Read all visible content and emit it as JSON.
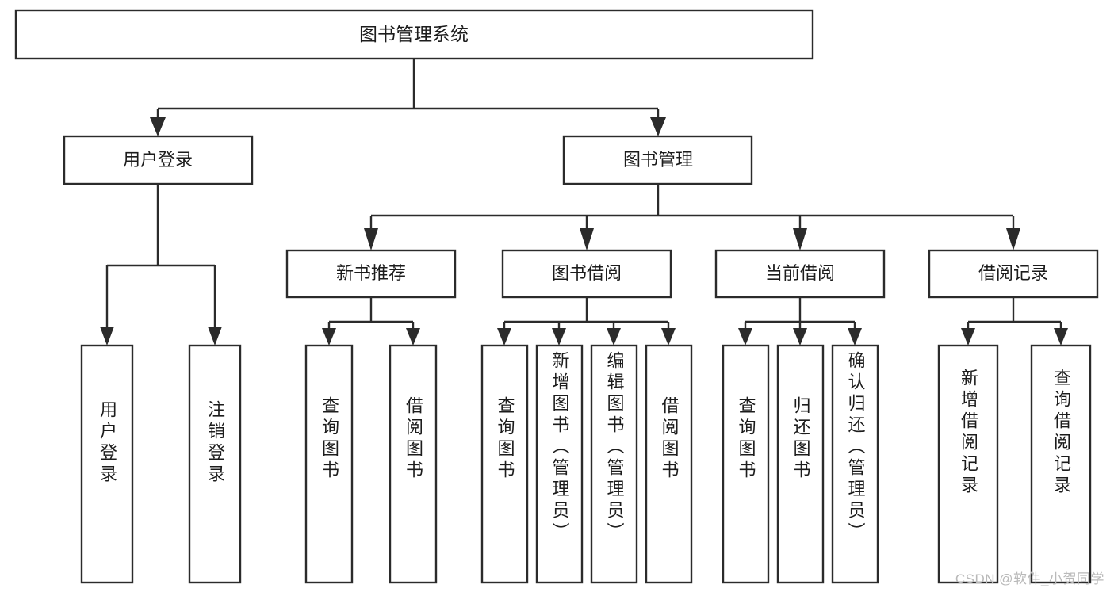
{
  "diagram": {
    "title": "图书管理系统",
    "type": "tree-hierarchy-chart",
    "watermark": "CSDN @软件_小贺同学",
    "root": {
      "id": "root",
      "label": "图书管理系统",
      "orientation": "horizontal"
    },
    "level2": [
      {
        "id": "user-login",
        "label": "用户登录",
        "orientation": "horizontal"
      },
      {
        "id": "book-management",
        "label": "图书管理",
        "orientation": "horizontal"
      }
    ],
    "level3": [
      {
        "id": "new-book-recommend",
        "label": "新书推荐",
        "orientation": "horizontal",
        "parent": "book-management"
      },
      {
        "id": "book-borrow",
        "label": "图书借阅",
        "orientation": "horizontal",
        "parent": "book-management"
      },
      {
        "id": "current-borrow",
        "label": "当前借阅",
        "orientation": "horizontal",
        "parent": "book-management"
      },
      {
        "id": "borrow-record",
        "label": "借阅记录",
        "orientation": "horizontal",
        "parent": "book-management"
      }
    ],
    "leaves": [
      {
        "id": "leaf-user-login",
        "label": "用户登录",
        "orientation": "vertical",
        "parent": "user-login"
      },
      {
        "id": "leaf-logout",
        "label": "注销登录",
        "orientation": "vertical",
        "parent": "user-login"
      },
      {
        "id": "leaf-query-book-1",
        "label": "查询图书",
        "orientation": "vertical",
        "parent": "new-book-recommend"
      },
      {
        "id": "leaf-borrow-book-1",
        "label": "借阅图书",
        "orientation": "vertical",
        "parent": "new-book-recommend"
      },
      {
        "id": "leaf-query-book-2",
        "label": "查询图书",
        "orientation": "vertical",
        "parent": "book-borrow"
      },
      {
        "id": "leaf-add-book",
        "label": "新增图书（管理员）",
        "orientation": "vertical",
        "parent": "book-borrow"
      },
      {
        "id": "leaf-edit-book",
        "label": "编辑图书（管理员）",
        "orientation": "vertical",
        "parent": "book-borrow"
      },
      {
        "id": "leaf-borrow-book-2",
        "label": "借阅图书",
        "orientation": "vertical",
        "parent": "book-borrow"
      },
      {
        "id": "leaf-query-book-3",
        "label": "查询图书",
        "orientation": "vertical",
        "parent": "current-borrow"
      },
      {
        "id": "leaf-return-book",
        "label": "归还图书",
        "orientation": "vertical",
        "parent": "current-borrow"
      },
      {
        "id": "leaf-confirm-return",
        "label": "确认归还（管理员）",
        "orientation": "vertical",
        "parent": "current-borrow"
      },
      {
        "id": "leaf-add-record",
        "label": "新增借阅记录",
        "orientation": "vertical",
        "parent": "borrow-record"
      },
      {
        "id": "leaf-query-record",
        "label": "查询借阅记录",
        "orientation": "vertical",
        "parent": "borrow-record"
      }
    ],
    "colors": {
      "stroke": "#2b2b2b",
      "fill": "#ffffff",
      "text": "#1c1c1c",
      "watermark": "#b9b9b9",
      "background": "#ffffff"
    }
  }
}
